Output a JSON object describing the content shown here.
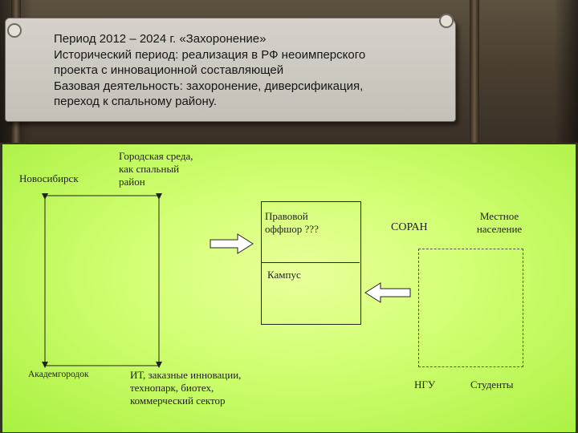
{
  "slide": {
    "header_lines": [
      "Период 2012 – 2024 г. «Захоронение»",
      "Исторический период: реализация в РФ неоимперского",
      "проекта с инновационной составляющей",
      "Базовая деятельность: захоронение, диверсификация,",
      "переход к спальному району."
    ]
  },
  "diagram": {
    "novosibirsk": "Новосибирск",
    "city_env": [
      "Городская среда,",
      "как спальный",
      "район"
    ],
    "legal_offshore": [
      "Правовой",
      "оффшор ???"
    ],
    "soran": "СОРАН",
    "local_pop": [
      "Местное",
      "население"
    ],
    "campus": "Кампус",
    "akademgorodok": "Академгородок",
    "it_innov": [
      "ИТ, заказные инновации,",
      "технопарк, биотех,",
      "коммерческий сектор"
    ],
    "ngu": "НГУ",
    "students": "Студенты"
  }
}
